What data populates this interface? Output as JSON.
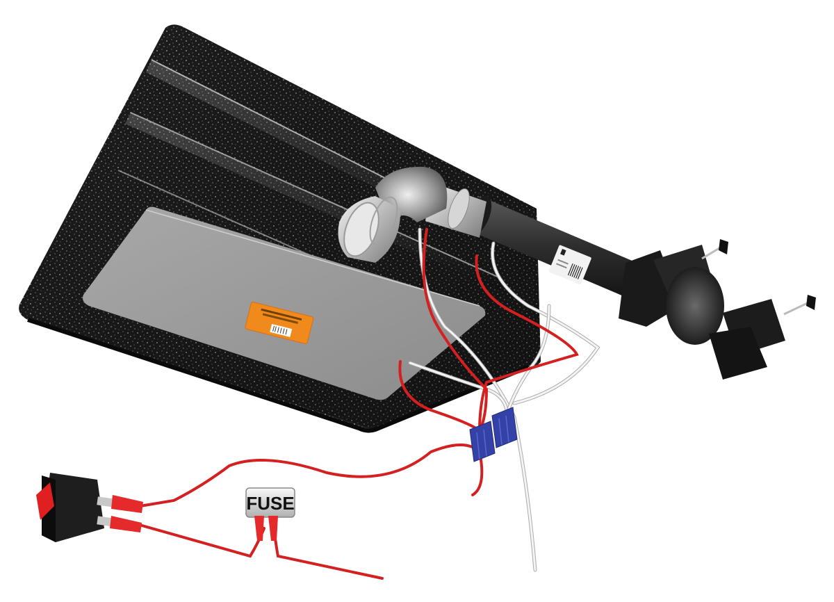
{
  "illustration": {
    "subject": "Heated bait/tackle tray with ducting and wiring",
    "components": [
      {
        "id": "tray",
        "label": "Speckled black tray housing"
      },
      {
        "id": "heating-pad",
        "label": "Grey heating pad"
      },
      {
        "id": "product-label",
        "label": "Orange product label"
      },
      {
        "id": "elbow",
        "label": "Silver elbow duct"
      },
      {
        "id": "duct",
        "label": "Black duct tube"
      },
      {
        "id": "barcode-label",
        "label": "Barcode sticker"
      },
      {
        "id": "mount",
        "label": "Black swivel clamp mount"
      },
      {
        "id": "connectors",
        "label": "Blue wire connectors"
      },
      {
        "id": "switch",
        "label": "Rocker switch"
      },
      {
        "id": "fuse",
        "label": "Inline fuse"
      }
    ],
    "fuse_label": "FUSE",
    "colors": {
      "tray": "#1c1c1c",
      "speckle": "#d8d8d8",
      "pad": "#9a9a9a",
      "label": "#f08a1c",
      "red_wire": "#d42020",
      "white_wire": "#f2f2f2",
      "connector": "#3442a8",
      "switch_rocker": "#e02020",
      "duct": "#2a2a2a",
      "silver": "#c8c8c8"
    }
  }
}
